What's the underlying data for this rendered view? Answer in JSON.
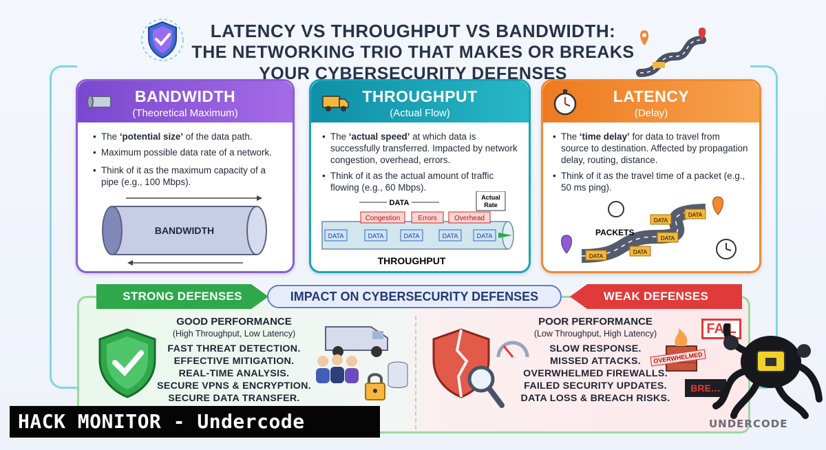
{
  "title": {
    "line1": "Latency vs Throughput vs Bandwidth:",
    "line2": "The Networking Trio That Makes or Breaks",
    "line3": "Your Cybersecurity Defenses"
  },
  "bandwidth": {
    "heading": "Bandwidth",
    "subheading": "(Theoretical Maximum)",
    "bullet1_pre": "The ",
    "bullet1_bold": "‘potential size’",
    "bullet1_post": " of the data path.",
    "bullet2": "Maximum possible data rate of a network.",
    "bullet3": "Think of it as the maximum capacity of a pipe (e.g., 100 Mbps).",
    "pipe_label": "BANDWIDTH"
  },
  "throughput": {
    "heading": "Throughput",
    "subheading": "(Actual Flow)",
    "bullet1_pre": "The ",
    "bullet1_bold": "‘actual speed’",
    "bullet1_post": " at which data is successfully transferred. Impacted by network congestion, overhead, errors.",
    "bullet2": "Think of it as the actual amount of traffic flowing (e.g., 60 Mbps).",
    "diagram": {
      "data_label": "DATA",
      "rate_label_1": "Actual",
      "rate_label_2": "Rate",
      "congestion": "Congestion",
      "errors": "Errors",
      "overhead": "Overhead",
      "packet": "DATA",
      "bottom_label": "THROUGHPUT"
    }
  },
  "latency": {
    "heading": "Latency",
    "subheading": "(Delay)",
    "bullet1_pre": "The ",
    "bullet1_bold": "‘time delay’",
    "bullet1_post": " for data to travel from source to destination. Affected by propagation delay, routing, distance.",
    "bullet2": "Think of it as the travel time of a packet (e.g., 50 ms ping).",
    "diagram": {
      "packets_label": "PACKETS",
      "packet": "DATA"
    }
  },
  "impact": {
    "center_label": "Impact on Cybersecurity Defenses",
    "strong_label": "Strong Defenses",
    "weak_label": "Weak Defenses",
    "good": {
      "title": "Good Performance",
      "subtitle": "(High Throughput, Low Latency)",
      "items": [
        "Fast threat detection.",
        "Effective mitigation.",
        "Real-time analysis.",
        "Secure VPNs & encryption.",
        "Secure data transfer."
      ]
    },
    "poor": {
      "title": "Poor Performance",
      "subtitle": "(Low Throughput, High Latency)",
      "items": [
        "Slow response.",
        "Missed attacks.",
        "Overwhelmed firewalls.",
        "Failed security updates.",
        "Data loss & breach risks."
      ]
    },
    "fail_sign": "FAIL",
    "overwhelmed_tag": "OVERWHELMED",
    "breach_tag": "BRE…"
  },
  "watermark": {
    "banner": "HACK MONITOR - Undercode",
    "logo": "Undercode"
  },
  "colors": {
    "bandwidth": "#8e5cd6",
    "throughput": "#19a3b8",
    "latency": "#f2882f",
    "strong": "#2ea84a",
    "weak": "#e13a3a",
    "impact": "#5c7fc8"
  }
}
